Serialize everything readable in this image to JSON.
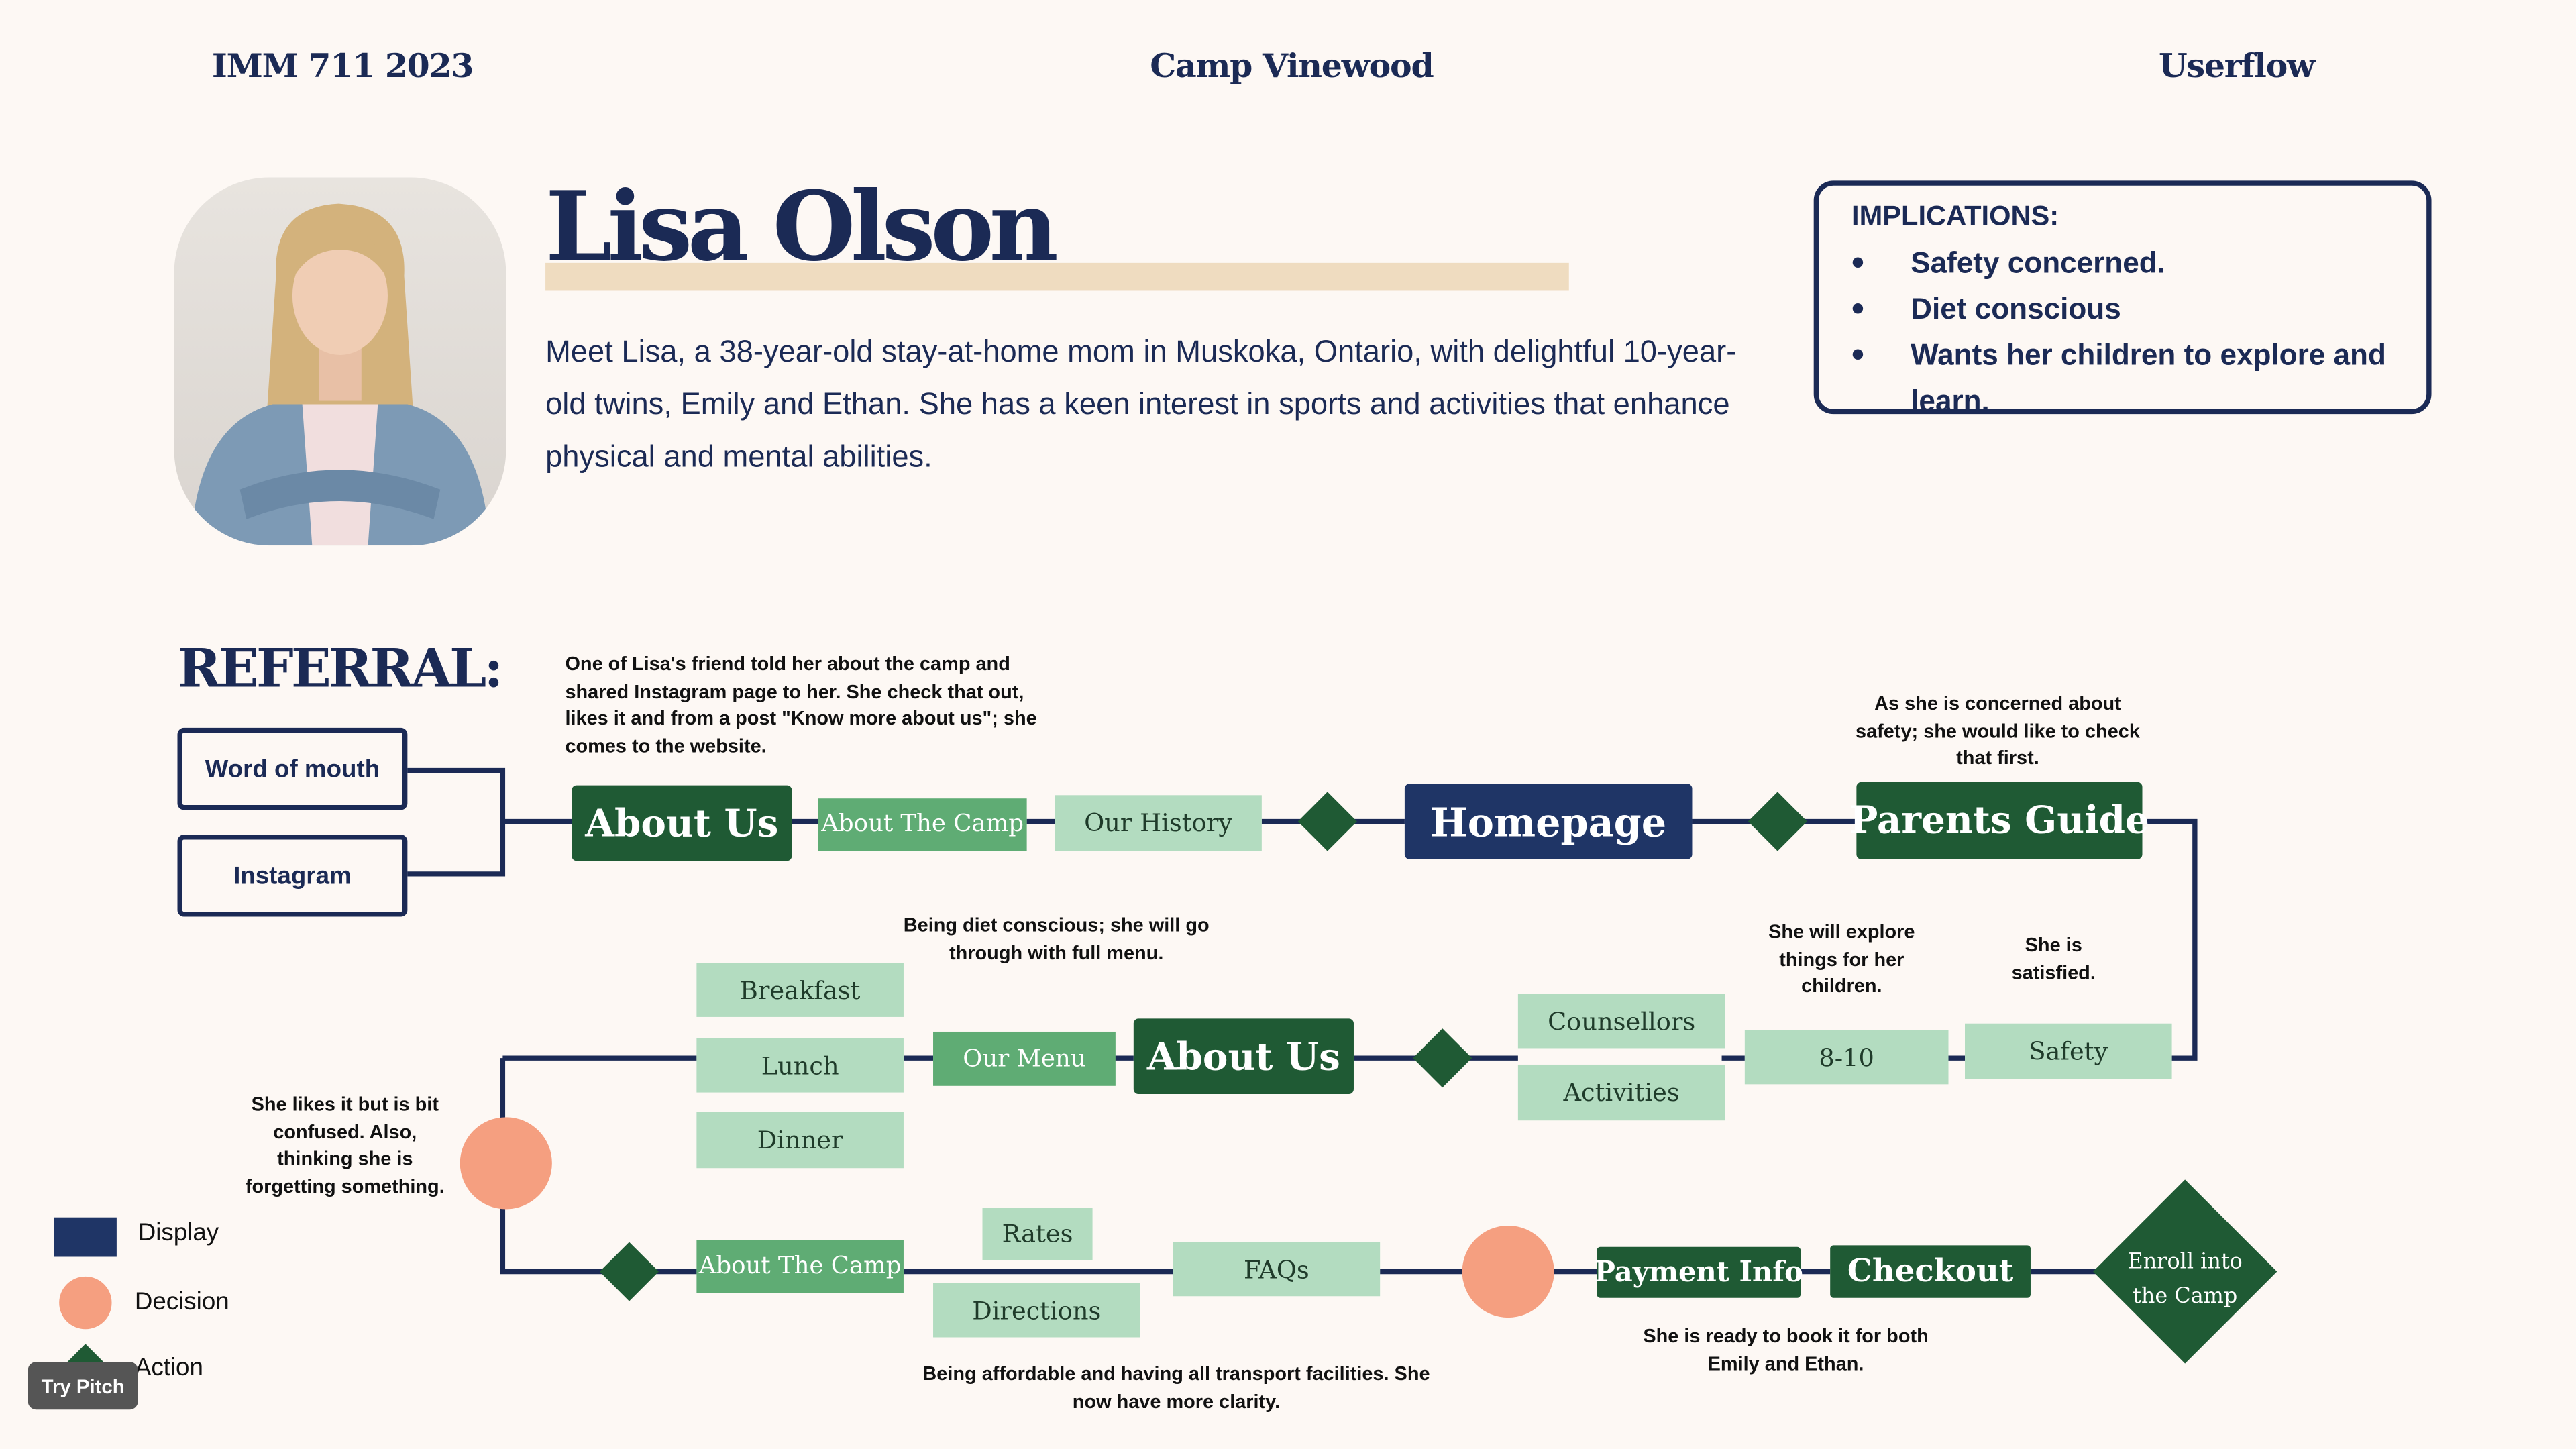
{
  "header": {
    "course": "IMM 711 2023",
    "project": "Camp Vinewood",
    "section": "Userflow"
  },
  "persona": {
    "name": "Lisa Olson",
    "bio": "Meet Lisa, a 38-year-old stay-at-home mom in Muskoka, Ontario, with delightful 10-year-old twins, Emily and Ethan. She has a keen interest in sports and activities that enhance physical and mental abilities."
  },
  "implications": {
    "title": "IMPLICATIONS:",
    "items": [
      "Safety concerned.",
      "Diet conscious",
      "Wants her children to explore and learn."
    ]
  },
  "referral": {
    "title": "REFERRAL:",
    "sources": [
      "Word of mouth",
      "Instagram"
    ]
  },
  "flow": {
    "row1": {
      "about_us": "About Us",
      "about_camp": "About The Camp",
      "our_history": "Our History",
      "homepage": "Homepage",
      "parents_guide": "Parents Guide"
    },
    "row2": {
      "breakfast": "Breakfast",
      "lunch": "Lunch",
      "dinner": "Dinner",
      "our_menu": "Our Menu",
      "about_us": "About Us",
      "counsellors": "Counsellors",
      "activities": "Activities",
      "ages": "8-10",
      "safety": "Safety"
    },
    "row3": {
      "about_camp": "About The Camp",
      "rates": "Rates",
      "directions": "Directions",
      "faqs": "FAQs",
      "payment_info": "Payment Info",
      "checkout": "Checkout",
      "enroll": "Enroll into the Camp"
    }
  },
  "notes": {
    "instagram": "One of Lisa's friend told her about the camp and shared Instagram page to her. She check that out, likes it and from a post \"Know more about us\"; she comes to the website.",
    "safety": "As she is concerned about safety; she would like to check that first.",
    "diet": "Being diet conscious; she will go through with full menu.",
    "explore": "She will explore things for her children.",
    "satisfied": "She is satisfied.",
    "confused": "She likes it but is bit confused. Also, thinking she is forgetting something.",
    "affordable": "Being affordable and having all transport facilities. She now have more clarity.",
    "ready": "She is ready to book it for both Emily and Ethan."
  },
  "legend": {
    "display": "Display",
    "decision": "Decision",
    "action": "Action"
  },
  "badge": "Try Pitch",
  "colors": {
    "navy": "#1f3566",
    "dark_green": "#1f5a34",
    "mid_green": "#5fac74",
    "light_green": "#b3dcc0",
    "salmon": "#f59f80",
    "background": "#fdf8f4"
  }
}
